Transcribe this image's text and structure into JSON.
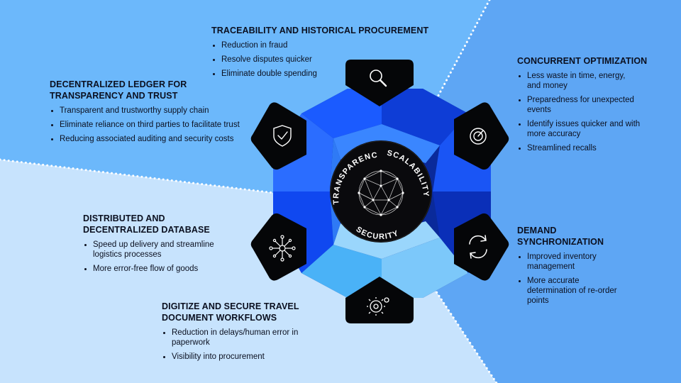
{
  "colors": {
    "bg_top_left": "#6cb8fb",
    "bg_right": "#5da4f4",
    "bg_bottom_left": "#c4e2fd",
    "icon_tile": "#050608",
    "hub": "#0a0a0d"
  },
  "hub": {
    "top_left_label": "TRANSPARENCY",
    "top_right_label": "SCALABILITY",
    "bottom_label": "SECURITY",
    "center_icon": "globe-network-icon"
  },
  "sections": {
    "traceability": {
      "title": "TRACEABILITY AND HISTORICAL PROCUREMENT",
      "icon": "magnifier-icon",
      "bullets": [
        "Reduction in fraud",
        "Resolve disputes quicker",
        "Eliminate double spending"
      ]
    },
    "concurrent": {
      "title": "CONCURRENT OPTIMIZATION",
      "icon": "gauge-icon",
      "bullets": [
        "Less waste in time, energy, and money",
        "Preparedness for unexpected events",
        "Identify issues quicker and with more accuracy",
        "Streamlined recalls"
      ]
    },
    "ledger": {
      "title": "DECENTRALIZED LEDGER FOR TRANSPARENCY AND TRUST",
      "icon": "shield-check-icon",
      "bullets": [
        "Transparent and trustworthy supply chain",
        "Eliminate reliance on third parties to facilitate trust",
        "Reducing associated auditing and security costs"
      ]
    },
    "database": {
      "title": "DISTRIBUTED AND DECENTRALIZED DATABASE",
      "icon": "network-hub-icon",
      "bullets": [
        "Speed up delivery and streamline logistics processes",
        "More error-free flow of goods"
      ]
    },
    "demand": {
      "title": "DEMAND SYNCHRONIZATION",
      "icon": "refresh-icon",
      "bullets": [
        "Improved inventory management",
        "More accurate determination of re-order points"
      ]
    },
    "digitize": {
      "title": "DIGITIZE AND SECURE TRAVEL DOCUMENT WORKFLOWS",
      "icon": "gear-icon",
      "bullets": [
        "Reduction in delays/human error in paperwork",
        "Visibility into procurement"
      ]
    }
  }
}
